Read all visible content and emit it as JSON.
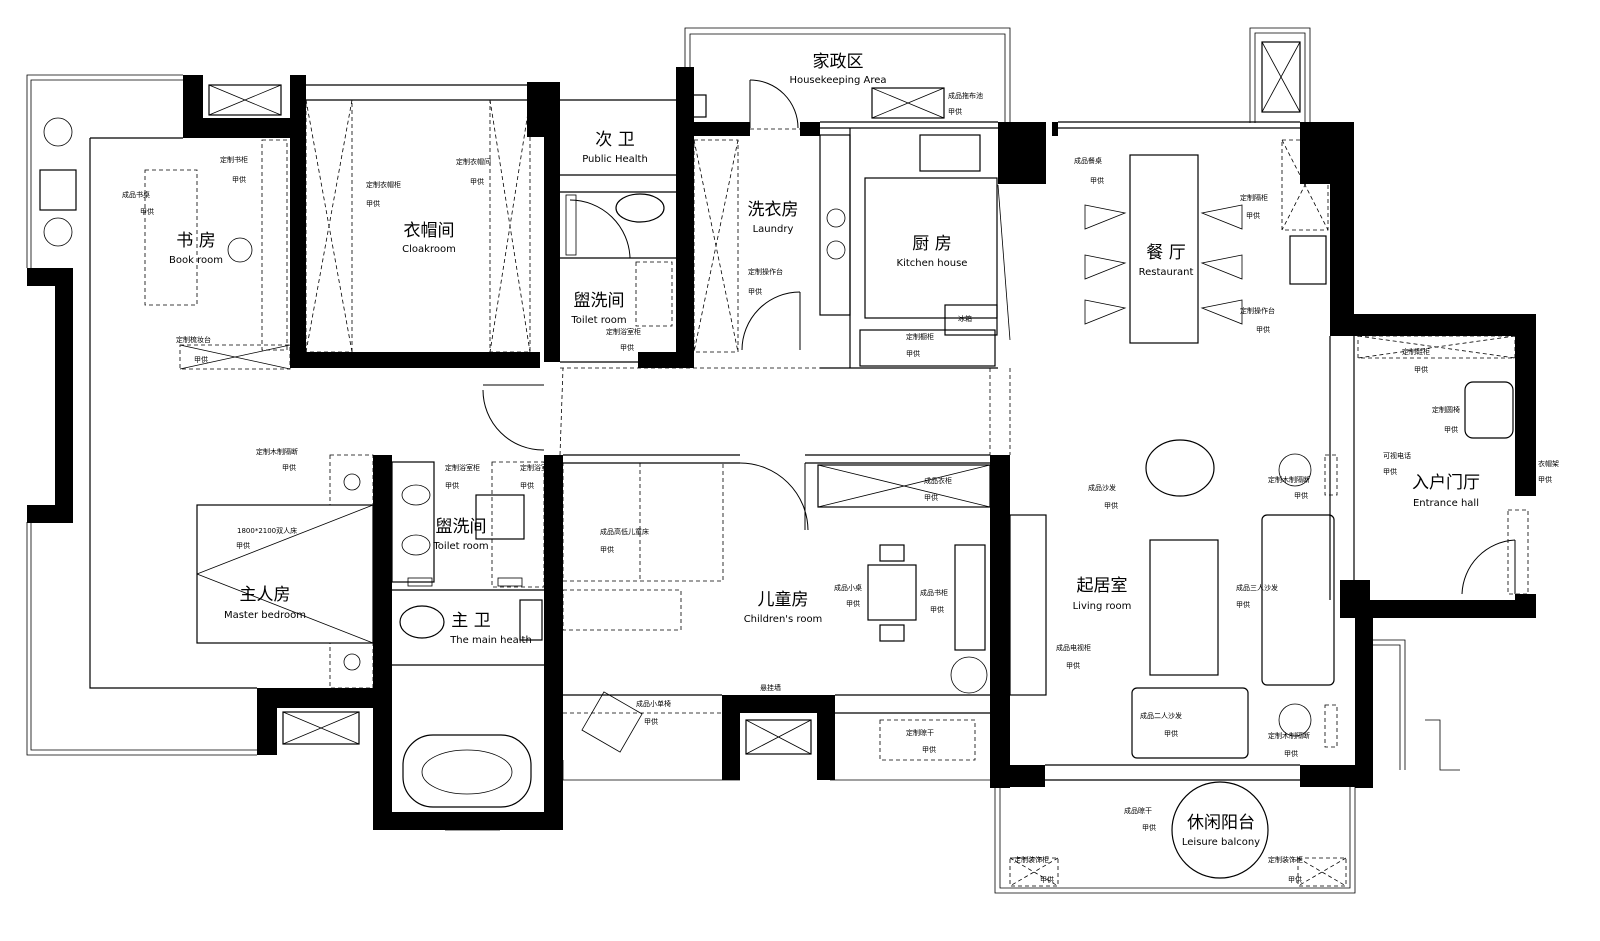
{
  "rooms": {
    "housekeeping": {
      "cn": "家政区",
      "en": "Housekeeping Area"
    },
    "public_health": {
      "cn": "次 卫",
      "en": "Public Health"
    },
    "laundry": {
      "cn": "洗衣房",
      "en": "Laundry"
    },
    "kitchen": {
      "cn": "厨 房",
      "en": "Kitchen house"
    },
    "restaurant": {
      "cn": "餐 厅",
      "en": "Restaurant"
    },
    "book_room": {
      "cn": "书 房",
      "en": "Book room"
    },
    "cloakroom": {
      "cn": "衣帽间",
      "en": "Cloakroom"
    },
    "toilet_1": {
      "cn": "盥洗间",
      "en": "Toilet room"
    },
    "toilet_2": {
      "cn": "盥洗间",
      "en": "Toilet room"
    },
    "master_bedroom": {
      "cn": "主人房",
      "en": "Master bedroom"
    },
    "main_health": {
      "cn": "主 卫",
      "en": "The main health"
    },
    "children_room": {
      "cn": "儿童房",
      "en": "Children's room"
    },
    "living_room": {
      "cn": "起居室",
      "en": "Living room"
    },
    "entrance_hall": {
      "cn": "入户门厅",
      "en": "Entrance hall"
    },
    "leisure_balcony": {
      "cn": "休闲阳台",
      "en": "Leisure balcony"
    }
  },
  "notes": {
    "finished_mop_pool": "成品拖布池",
    "custom_bookcase": "定制书柜",
    "finished_desk": "成品书桌",
    "custom_wardrobe": "定制衣帽柜",
    "custom_hat_cabinet": "定制衣帽间",
    "custom_laundry_table": "定制操作台",
    "custom_bathroom_cabinet": "定制浴室柜",
    "custom_cabinet": "定制橱柜",
    "fridge": "冰箱",
    "finished_sideboard": "成品餐桌",
    "custom_partition": "定制隔柜",
    "custom_operation_table": "定制操作台",
    "custom_shoe_cabinet": "定制鞋柜",
    "custom_armchair": "定制圆椅",
    "visual_intercom": "可视电话",
    "shoe_rack": "衣帽架",
    "custom_wood_partition": "定制木制隔断",
    "finished_sofa": "成品沙发",
    "bed_size": "1800*2100双人床",
    "finished_high_low_bed": "成品高低儿童床",
    "finished_wardrobe": "成品衣柜",
    "finished_small_table": "成品小桌",
    "finished_bookshelf": "成品书柜",
    "finished_tv_cabinet": "成品电视柜",
    "finished_three_sofa": "成品三人沙发",
    "finished_two_sofa": "成品二人沙发",
    "finished_small_stool": "成品小单椅",
    "suspended_wall": "悬挂墙",
    "custom_bookshelf_small": "定制书柜",
    "custom_dry_rack": "定制晾干",
    "finished_dry_rack": "成品晾干",
    "custom_decor_cabinet": "定制装饰柜",
    "custom_study_table": "定制梳妆台",
    "supply": "甲供"
  }
}
